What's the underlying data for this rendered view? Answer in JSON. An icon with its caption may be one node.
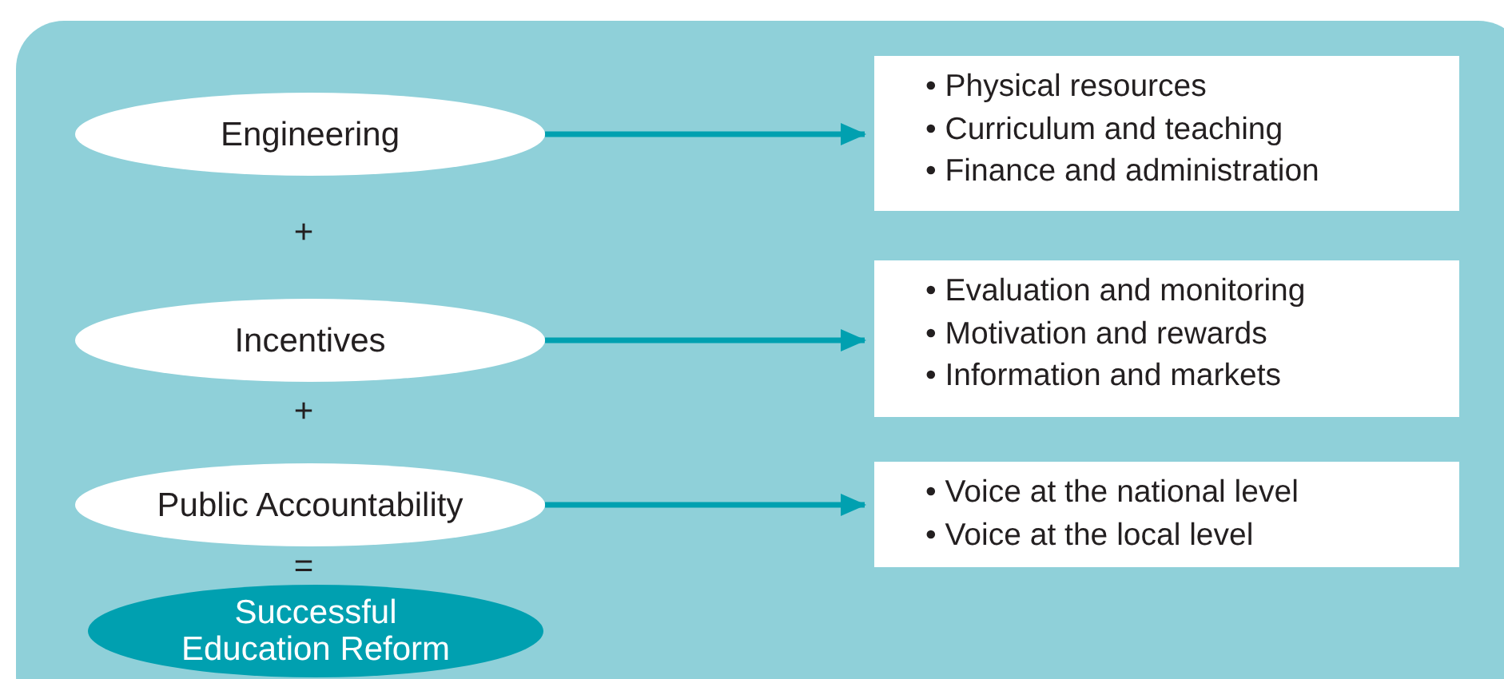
{
  "diagram": {
    "nodes": [
      {
        "text": [
          "Engineering"
        ]
      },
      {
        "text": [
          "• Physical resources",
          "• Curriculum and teaching",
          "• Finance and administration"
        ]
      },
      {
        "text": [
          "Incentives"
        ]
      },
      {
        "text": [
          "• Evaluation and monitoring",
          "• Motivation and rewards",
          "• Information and markets"
        ]
      },
      {
        "text": [
          "Public Accountability"
        ]
      },
      {
        "text": [
          "• Voice at the national level",
          "• Voice at the local level"
        ]
      },
      {
        "text": [
          "Successful Education Reform"
        ]
      }
    ],
    "edges": [
      {
        "from": 0,
        "to": 1,
        "arrow": "to"
      },
      {
        "from": 2,
        "to": 3,
        "arrow": "to"
      },
      {
        "from": 4,
        "to": 5,
        "arrow": "to"
      }
    ],
    "labels": [
      "+",
      "+",
      "="
    ]
  }
}
